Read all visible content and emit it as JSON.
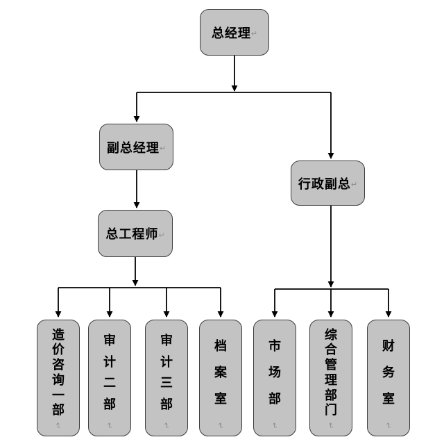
{
  "diagram": {
    "type": "org-chart",
    "paragraph_mark": "↵",
    "colors": {
      "background": "#ffffff",
      "node_fill": "#c3c3c3",
      "node_border": "#3d3d3d",
      "connector": "#000000"
    },
    "nodes": [
      {
        "id": "general-manager",
        "label": "总经理",
        "orientation": "horizontal"
      },
      {
        "id": "deputy-general-manager",
        "label": "副总经理",
        "orientation": "horizontal"
      },
      {
        "id": "admin-vice-president",
        "label": "行政副总",
        "orientation": "horizontal"
      },
      {
        "id": "chief-engineer",
        "label": "总工程师",
        "orientation": "horizontal"
      },
      {
        "id": "cost-consulting-dept-1",
        "label": "造价咨询一部",
        "orientation": "vertical"
      },
      {
        "id": "audit-dept-2",
        "label": "审计二部",
        "orientation": "vertical"
      },
      {
        "id": "audit-dept-3",
        "label": "审计三部",
        "orientation": "vertical"
      },
      {
        "id": "archive-room",
        "label": "档案室",
        "orientation": "vertical"
      },
      {
        "id": "marketing-dept",
        "label": "市场部",
        "orientation": "vertical"
      },
      {
        "id": "general-management-dept",
        "label": "综合管理部门",
        "orientation": "vertical"
      },
      {
        "id": "finance-room",
        "label": "财务室",
        "orientation": "vertical"
      }
    ],
    "edges": [
      {
        "from": "总经理",
        "to": "副总经理"
      },
      {
        "from": "总经理",
        "to": "行政副总"
      },
      {
        "from": "副总经理",
        "to": "总工程师"
      },
      {
        "from": "总工程师",
        "to": "造价咨询一部"
      },
      {
        "from": "总工程师",
        "to": "审计二部"
      },
      {
        "from": "总工程师",
        "to": "审计三部"
      },
      {
        "from": "总工程师",
        "to": "档案室"
      },
      {
        "from": "行政副总",
        "to": "市场部"
      },
      {
        "from": "行政副总",
        "to": "综合管理部门"
      },
      {
        "from": "行政副总",
        "to": "财务室"
      }
    ]
  }
}
